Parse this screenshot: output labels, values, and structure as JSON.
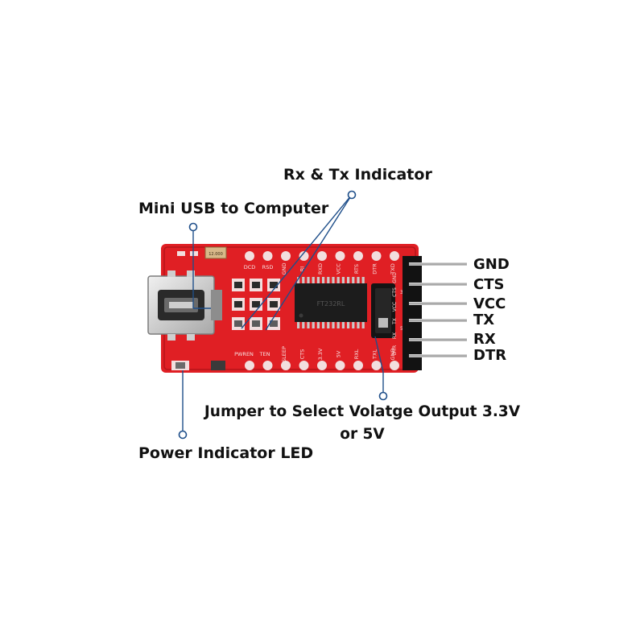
{
  "callouts": {
    "rx_tx": "Rx & Tx Indicator",
    "mini_usb": "Mini USB to Computer",
    "jumper_line1": "Jumper to Select Volatge Output 3.3V",
    "jumper_line2": "or 5V",
    "power_led": "Power Indicator LED"
  },
  "pins": [
    "GND",
    "CTS",
    "VCC",
    "TX",
    "RX",
    "DTR"
  ],
  "board": {
    "top_silk": [
      "DCD",
      "RSD",
      "GND",
      "RI",
      "RXD",
      "VCC",
      "RTS",
      "DTR",
      "TXD"
    ],
    "bottom_silk": [
      "PWREN",
      "TEN",
      "SLEEP",
      "CTS",
      "3.3V",
      "5V",
      "RXL",
      "TXL",
      "GND"
    ],
    "header_silk": [
      "GND",
      "CTS",
      "VCC",
      "TX",
      "RX",
      "DTR"
    ],
    "ic_marking": "FT232RL",
    "crystal_marking": "12.000",
    "jumper_labels": [
      "3.3V",
      "5V"
    ]
  },
  "colors": {
    "pcb": "#e01f24",
    "pcb_dark": "#b5151a",
    "pad": "#f2dede",
    "chip": "#1c1c1c",
    "pin_metal": "#b9b9b9",
    "callout_line": "#1f4f8a",
    "text": "#111111"
  },
  "icons": {
    "usb": "mini-usb-connector-icon",
    "chip": "ft232-chip-icon"
  }
}
